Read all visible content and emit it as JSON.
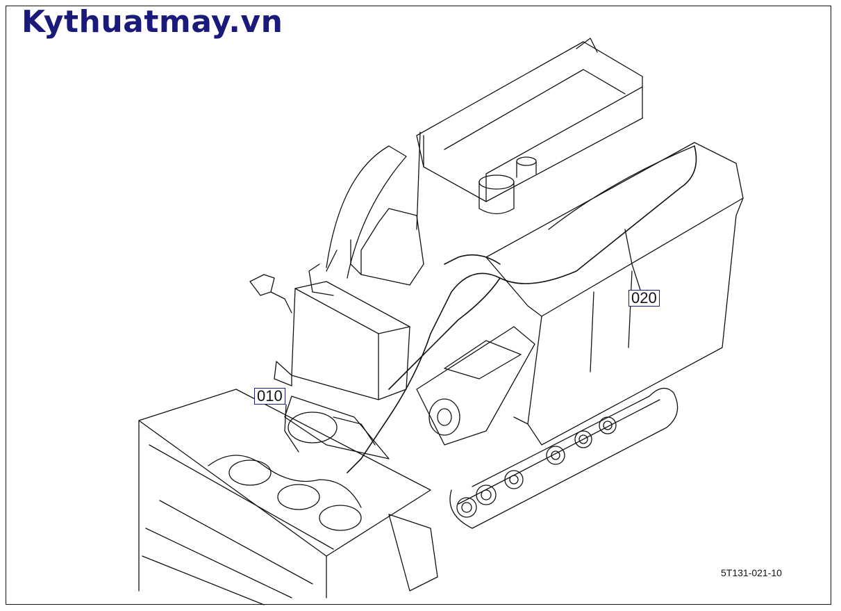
{
  "header": {
    "site_title": "Kythuatmay.vn"
  },
  "callouts": {
    "part_010": "010",
    "part_020": "020"
  },
  "footer": {
    "drawing_code": "5T131-021-10"
  },
  "colors": {
    "title": "#1a1a7a",
    "line": "#111111",
    "background": "#ffffff"
  }
}
